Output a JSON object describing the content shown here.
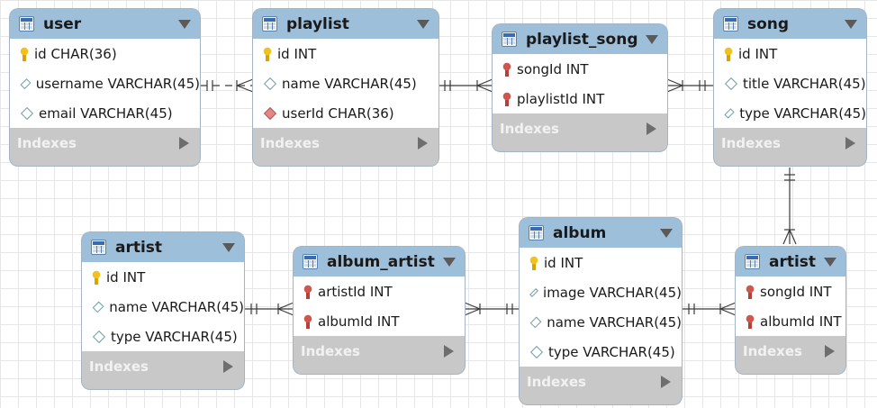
{
  "tables": {
    "user": {
      "name": "user",
      "columns": [
        {
          "text": "id CHAR(36)",
          "key": "pk"
        },
        {
          "text": "username VARCHAR(45)",
          "key": "none"
        },
        {
          "text": "email VARCHAR(45)",
          "key": "none"
        }
      ],
      "indexes": "Indexes"
    },
    "playlist": {
      "name": "playlist",
      "columns": [
        {
          "text": "id INT",
          "key": "pk"
        },
        {
          "text": "name VARCHAR(45)",
          "key": "none"
        },
        {
          "text": "userId CHAR(36)",
          "key": "fk"
        }
      ],
      "indexes": "Indexes"
    },
    "playlist_song": {
      "name": "playlist_song",
      "columns": [
        {
          "text": "songId INT",
          "key": "pfk"
        },
        {
          "text": "playlistId INT",
          "key": "pfk"
        }
      ],
      "indexes": "Indexes"
    },
    "song": {
      "name": "song",
      "columns": [
        {
          "text": "id INT",
          "key": "pk"
        },
        {
          "text": "title VARCHAR(45)",
          "key": "none"
        },
        {
          "text": "type VARCHAR(45)",
          "key": "none"
        }
      ],
      "indexes": "Indexes"
    },
    "artist_main": {
      "name": "artist",
      "columns": [
        {
          "text": "id INT",
          "key": "pk"
        },
        {
          "text": "name VARCHAR(45)",
          "key": "none"
        },
        {
          "text": "type VARCHAR(45)",
          "key": "none"
        }
      ],
      "indexes": "Indexes"
    },
    "album_artist": {
      "name": "album_artist",
      "columns": [
        {
          "text": "artistId INT",
          "key": "pfk"
        },
        {
          "text": "albumId INT",
          "key": "pfk"
        }
      ],
      "indexes": "Indexes"
    },
    "album": {
      "name": "album",
      "columns": [
        {
          "text": "id INT",
          "key": "pk"
        },
        {
          "text": "image VARCHAR(45)",
          "key": "none"
        },
        {
          "text": "name VARCHAR(45)",
          "key": "none"
        },
        {
          "text": "type VARCHAR(45)",
          "key": "none"
        }
      ],
      "indexes": "Indexes"
    },
    "artist_link": {
      "name": "artist",
      "columns": [
        {
          "text": "songId INT",
          "key": "pfk"
        },
        {
          "text": "albumId INT",
          "key": "pfk"
        }
      ],
      "indexes": "Indexes"
    }
  },
  "relationships": [
    {
      "from": "user",
      "to": "playlist",
      "cardinality": "one-to-many",
      "identifying": false
    },
    {
      "from": "playlist",
      "to": "playlist_song",
      "cardinality": "one-to-many",
      "identifying": true
    },
    {
      "from": "song",
      "to": "playlist_song",
      "cardinality": "one-to-many",
      "identifying": true
    },
    {
      "from": "song",
      "to": "artist_link",
      "cardinality": "one-to-many",
      "identifying": true
    },
    {
      "from": "artist_main",
      "to": "album_artist",
      "cardinality": "one-to-many",
      "identifying": true
    },
    {
      "from": "album",
      "to": "album_artist",
      "cardinality": "one-to-many",
      "identifying": true
    },
    {
      "from": "album",
      "to": "artist_link",
      "cardinality": "one-to-many",
      "identifying": true
    }
  ]
}
